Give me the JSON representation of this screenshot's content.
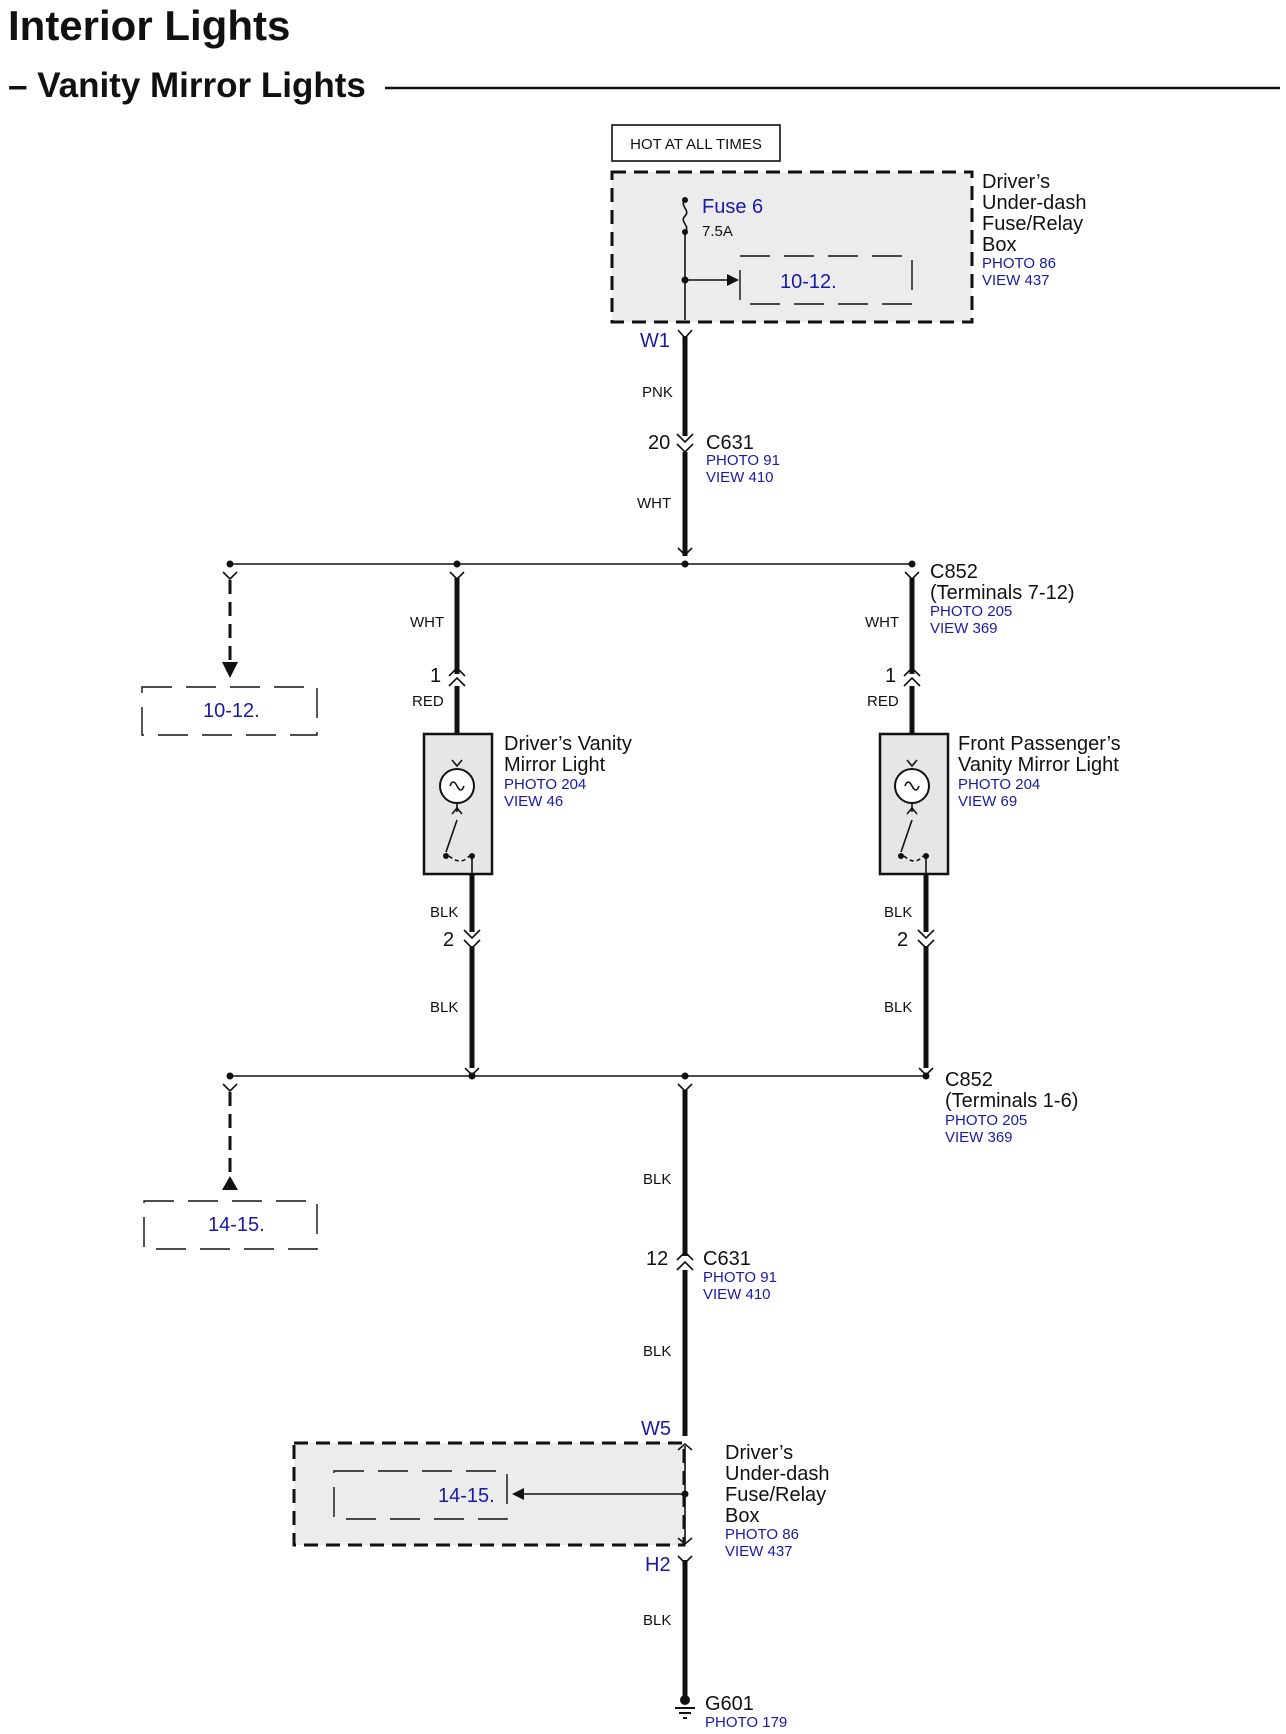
{
  "title": "Interior Lights",
  "subtitle": "– Vanity Mirror Lights",
  "power": {
    "label": "HOT AT ALL TIMES",
    "fuse_name": "Fuse 6",
    "fuse_rating": "7.5A",
    "ref": "10-12.",
    "box_name": [
      "Driver’s",
      "Under-dash",
      "Fuse/Relay",
      "Box"
    ],
    "photo": "PHOTO 86",
    "view": "VIEW 437",
    "terminal": "W1"
  },
  "wires": {
    "pnk": "PNK",
    "wht": "WHT",
    "red": "RED",
    "blk": "BLK"
  },
  "c631_top": {
    "pin": "20",
    "name": "C631",
    "photo": "PHOTO 91",
    "view": "VIEW 410"
  },
  "c852_top": {
    "name": "C852",
    "terminals": "(Terminals 7-12)",
    "photo": "PHOTO 205",
    "view": "VIEW 369"
  },
  "left_ref_top": "10-12.",
  "driver_light": {
    "pin_top": "1",
    "pin_bottom": "2",
    "name": [
      "Driver’s Vanity",
      "Mirror Light"
    ],
    "photo": "PHOTO 204",
    "view": "VIEW 46"
  },
  "pass_light": {
    "pin_top": "1",
    "pin_bottom": "2",
    "name": [
      "Front Passenger’s",
      "Vanity Mirror Light"
    ],
    "photo": "PHOTO 204",
    "view": "VIEW 69"
  },
  "c852_bottom": {
    "name": "C852",
    "terminals": "(Terminals 1-6)",
    "photo": "PHOTO 205",
    "view": "VIEW 369"
  },
  "left_ref_bottom": "14-15.",
  "c631_bottom": {
    "pin": "12",
    "name": "C631",
    "photo": "PHOTO 91",
    "view": "VIEW 410"
  },
  "ground_box": {
    "terminal_top": "W5",
    "terminal_bottom": "H2",
    "ref": "14-15.",
    "box_name": [
      "Driver’s",
      "Under-dash",
      "Fuse/Relay",
      "Box"
    ],
    "photo": "PHOTO 86",
    "view": "VIEW 437"
  },
  "ground": {
    "name": "G601",
    "photo": "PHOTO 179"
  },
  "colors": {
    "text": "#111111",
    "link_blue": "#1a1aa6",
    "box_fill": "#ececec"
  }
}
